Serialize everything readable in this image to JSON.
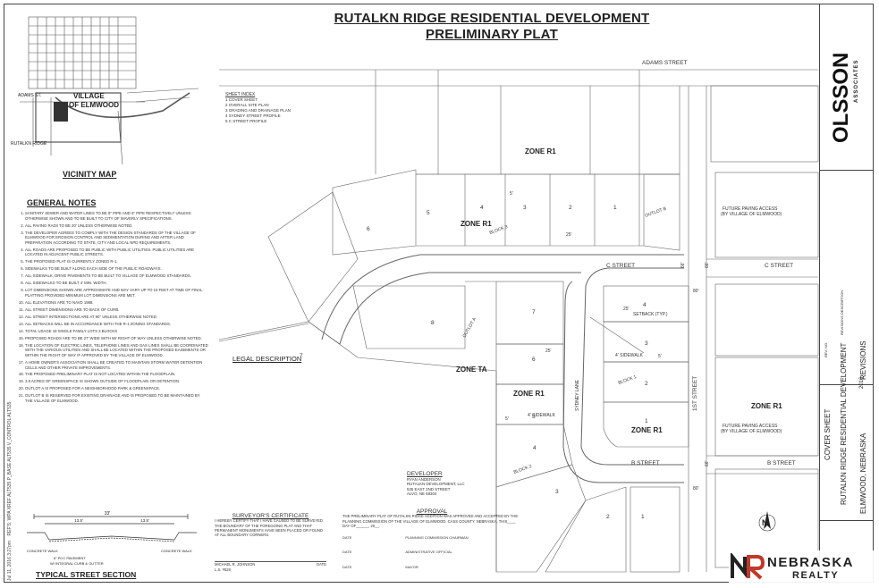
{
  "title": {
    "line1": "RUTALKN RIDGE RESIDENTIAL DEVELOPMENT",
    "line2": "PRELIMINARY PLAT"
  },
  "vicinity_map": {
    "label": "VICINITY MAP",
    "village": "VILLAGE",
    "elmwood": "OF ELMWOOD",
    "adams": "ADAMS ST.",
    "ridge": "RUTALKN RIDGE"
  },
  "general_notes": {
    "title": "GENERAL NOTES",
    "items": [
      "SANITARY SEWER AND WATER LINES TO BE 8\" PIPE AND 6\" PIPE RESPECTIVELY UNLESS OTHERWISE SHOWN AND TO BE BUILT TO CITY OF WAVERLY SPECIFICATIONS.",
      "ALL PAVING RADII TO BE 20' UNLESS OTHERWISE NOTED.",
      "THE DEVELOPER AGREES TO COMPLY WITH THE DESIGN STANDARDS OF THE VILLAGE OF ELMWOOD FOR EROSION CONTROL AND SEDIMENTATION DURING AND AFTER LAND PREPARATION ACCORDING TO STATE, CITY AND LOCAL NPD REQUIREMENTS.",
      "ALL ROADS ARE PROPOSED TO BE PUBLIC WITH PUBLIC UTILITIES. PUBLIC UTILITIES ARE LOCATED IN ADJACENT PUBLIC STREETS.",
      "THE PROPOSED PLAT IS CURRENTLY ZONED R-1.",
      "SIDEWALKS TO BE BUILT ALONG EACH SIDE OF THE PUBLIC ROADWAYS.",
      "ALL SIDEWALK, DRIVE PAVEMENTS TO BE BUILT TO VILLAGE OF ELMWOOD STANDARDS.",
      "ALL SIDEWALKS TO BE BUILT 4' MIN. WIDTH.",
      "LOT DIMENSIONS SHOWN ARE APPROXIMATE AND MAY VARY UP TO 10 FEET AT TIME OF FINAL PLATTING PROVIDED MINIMUM LOT DIMENSIONS ARE MET.",
      "ALL ELEVATIONS ARE TO NAVD 1988.",
      "ALL STREET DIMENSIONS ARE TO BACK OF CURB.",
      "ALL STREET INTERSECTIONS ARE AT 90° UNLESS OTHERWISE NOTED.",
      "ALL SETBACKS WILL BE IN ACCORDANCE WITH THE R-1 ZONING STANDARDS.",
      "TOTAL USAGE 19 SINGLE FAMILY LOTS 3 BLOCKS",
      "PROPOSED ROADS ARE TO BE 27' WIDE WITH 66' RIGHT OF WAY UNLESS OTHERWISE NOTED.",
      "THE LOCATION OF ELECTRIC LINES, TELEPHONE LINES AND GAS LINES SHALL BE COORDINATED WITH THE VARIOUS UTILITIES AND SHALL BE LOCATED WITHIN THE PROPOSED EASEMENTS OR WITHIN THE RIGHT OF WAY IF APPROVED BY THE VILLAGE OF ELMWOOD.",
      "A HOME OWNER'S ASSOCIATION SHALL BE CREATED TO MAINTAIN STORM WATER DETENTION CELLS AND OTHER PRIVATE IMPROVEMENTS.",
      "THE PROPOSED PRELIMINARY PLAT IS NOT LOCATED WITHIN THE FLOODPLAIN.",
      "3.8 ACRES OF GREENSPACE IS SHOWN OUTSIDE OF FLOODPLAIN OR DETENTION.",
      "OUTLOT A IS PROPOSED FOR A NEIGHBORHOOD PARK & GREENSPACE.",
      "OUTLOT B IS RESERVED FOR EXISTING DRAINAGE AND IS PROPOSED TO BE MAINTAINED BY THE VILLAGE OF ELMWOOD."
    ]
  },
  "street_section": {
    "label": "TYPICAL STREET SECTION",
    "dim_total": "33'",
    "dim_half_a": "13.5'",
    "dim_half_b": "13.5'",
    "concrete_walk_l": "CONCRETE WALK",
    "concrete_walk_r": "CONCRETE WALK",
    "pavement": "6\" PCC PAVEMENT",
    "curb": "W/ INTEGRAL CURB & GUTTER"
  },
  "sheet_index": {
    "title": "SHEET INDEX",
    "items": [
      "1   COVER SHEET",
      "2   OVERALL SITE PLAN",
      "3   GRADING AND DRAINAGE PLAN",
      "4   SYDNEY STREET PROFILE",
      "5   C STREET PROFILE"
    ]
  },
  "plat": {
    "adams_street": "ADAMS STREET",
    "c_street": "C STREET",
    "c_street_e": "C STREET",
    "b_street": "B STREET",
    "b_street_e": "B STREET",
    "first_street": "1ST STREET",
    "sydney_lane": "SYDNEY LANE",
    "zone_r1_top": "ZONE R1",
    "zone_r1_block3": "ZONE R1",
    "zone_ta": "ZONE TA",
    "zone_r1_block2": "ZONE R1",
    "zone_r1_block1": "ZONE R1",
    "zone_r1_east": "ZONE R1",
    "block_3": "BLOCK 3",
    "block_2": "BLOCK 2",
    "block_1": "BLOCK 1",
    "outlot_a": "OUTLOT A",
    "outlot_b": "OUTLOT B",
    "future_paving_1": "FUTURE PAVING ACCESS",
    "future_paving_1b": "(BY VILLAGE OF ELMWOOD)",
    "future_paving_2": "FUTURE PAVING ACCESS",
    "future_paving_2b": "(BY VILLAGE OF ELMWOOD)",
    "setback": "SETBACK (TYP.)",
    "sidewalk_1": "4' SIDEWALK",
    "sidewalk_2": "4' SIDEWALK",
    "dim_5a": "5'",
    "dim_25a": "25'",
    "dim_25b": "25'",
    "dim_25c": "25'",
    "dim_5b": "5'",
    "dim_5c": "5'",
    "dim_80a": "80'",
    "dim_80b": "80'",
    "dim_66a": "66'",
    "dim_66b": "66'",
    "dim_66c": "66'",
    "lots_block3": [
      "6",
      "5",
      "4",
      "3",
      "2",
      "1"
    ],
    "lot_7_west": "7",
    "lots_block2": [
      "8",
      "7",
      "6",
      "5",
      "4",
      "3",
      "2",
      "1"
    ],
    "lots_block1": [
      "4",
      "3",
      "2",
      "1"
    ]
  },
  "legal_description": "LEGAL DESCRIPTION",
  "developer": {
    "title": "DEVELOPER",
    "lines": [
      "RYAN ANDERSON",
      "RUTALKN DEVELOPMENT, LLC",
      "525 EAST 2ND STREET",
      "ALVO, NE  68304"
    ]
  },
  "surveyor": {
    "title": "SURVEYOR'S CERTIFICATE",
    "text": "I HEREBY CERTIFY THAT I HAVE CAUSED TO BE SURVEYED THE BOUNDARY OF THE FOREGOING PLAT AND THAT PERMANENT MONUMENTS HAVE BEEN PLACED OR FOUND AT ALL BOUNDARY CORNERS.",
    "name": "MICHAEL R. JOHNSON",
    "ls": "L.S. #526",
    "date": "DATE"
  },
  "approval": {
    "title": "APPROVAL",
    "text": "THE PRELIMINARY PLAT OF RUTALKN RIDGE ADDITION WAS APPROVED AND ACCEPTED BY THE PLANNING COMMISSION OF THE VILLAGE OF ELMWOOD, CASS COUNTY, NEBRASKA, THIS____ DAY OF______, 20__.",
    "date1": "DATE",
    "chair": "PLANNING COMMISSION CHAIRMAN",
    "date2": "DATE",
    "official": "ADMINISTRATIVE OFFICIAL",
    "date3": "DATE",
    "mayor": "MAYOR"
  },
  "titleblock": {
    "company": "OLSSON",
    "associates": "ASSOCIATES",
    "revisions": "REVISIONS",
    "rev_description": "REVISIONS DESCRIPTION",
    "rev_no": "REV. NO.",
    "cover_sheet": "COVER SHEET",
    "project": "RUTALKN RIDGE RESIDENTIAL DEVELOPMENT",
    "year": "2016",
    "location": "ELMWOOD, NEBRASKA"
  },
  "file_ref": "REF'S: WPA  XREF  ALT535     P_BASE  ALT535   V_CONTROL  ALT535",
  "plot_date": "Jul 11, 2016  3:27pm",
  "watermark": {
    "brand_top": "NEBRASKA",
    "brand_bottom": "REALTY"
  },
  "north_arrow": "N"
}
